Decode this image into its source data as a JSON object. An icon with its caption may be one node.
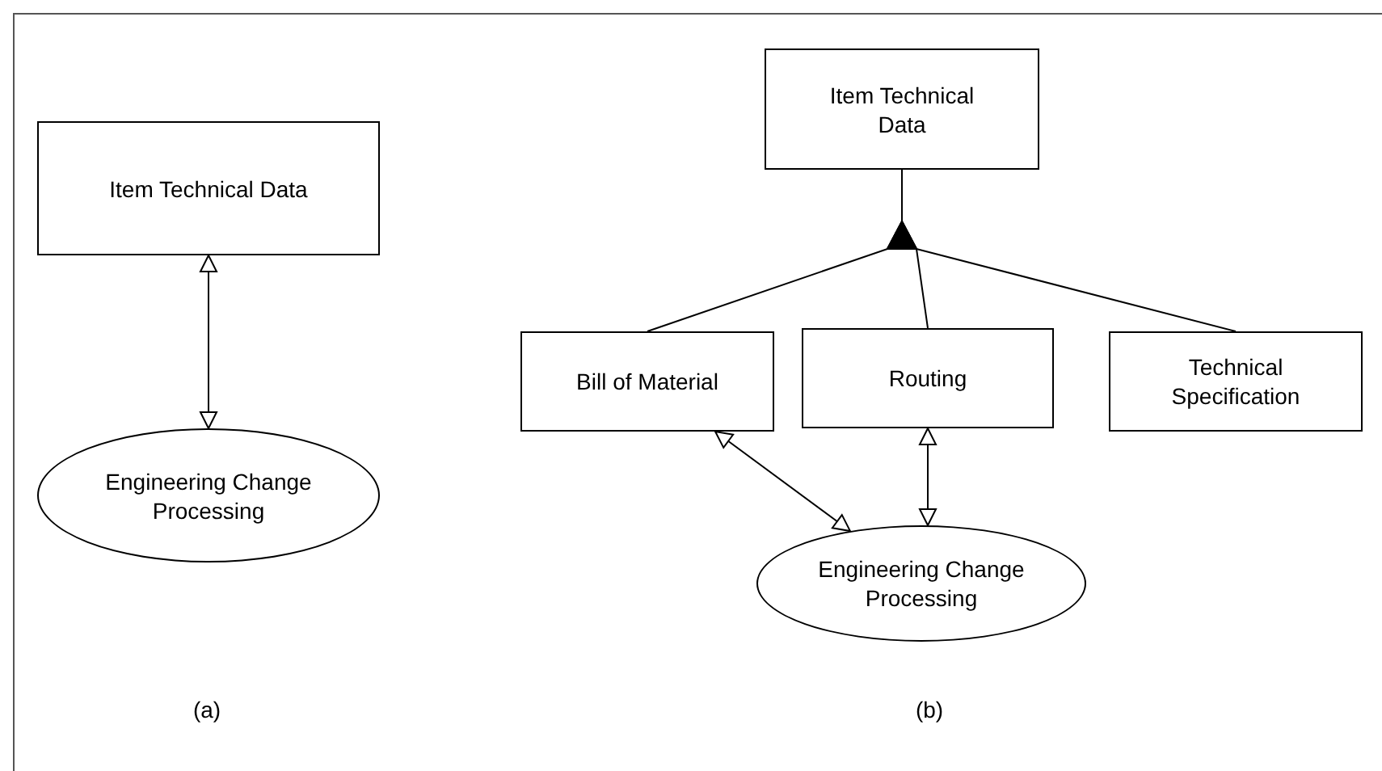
{
  "diagram": {
    "nodes": [
      {
        "text": [
          "Item Technical Data"
        ]
      },
      {
        "text": [
          "Engineering Change Processing"
        ]
      },
      {
        "text": [
          "Item Technical Data"
        ]
      },
      {
        "text": [
          "Bill of Material"
        ]
      },
      {
        "text": [
          "Routing"
        ]
      },
      {
        "text": [
          "Technical Specification"
        ]
      },
      {
        "text": [
          "Engineering Change Processing"
        ]
      }
    ],
    "edges": [
      {
        "from": 0,
        "to": 1,
        "arrow": "both"
      },
      {
        "from": 3,
        "to": 2,
        "arrow": "to"
      },
      {
        "from": 4,
        "to": 2,
        "arrow": "to"
      },
      {
        "from": 5,
        "to": 2,
        "arrow": "to"
      },
      {
        "from": 3,
        "to": 6,
        "arrow": "both"
      },
      {
        "from": 4,
        "to": 6,
        "arrow": "both"
      }
    ],
    "labels": [
      "(a)",
      "(b)"
    ]
  }
}
